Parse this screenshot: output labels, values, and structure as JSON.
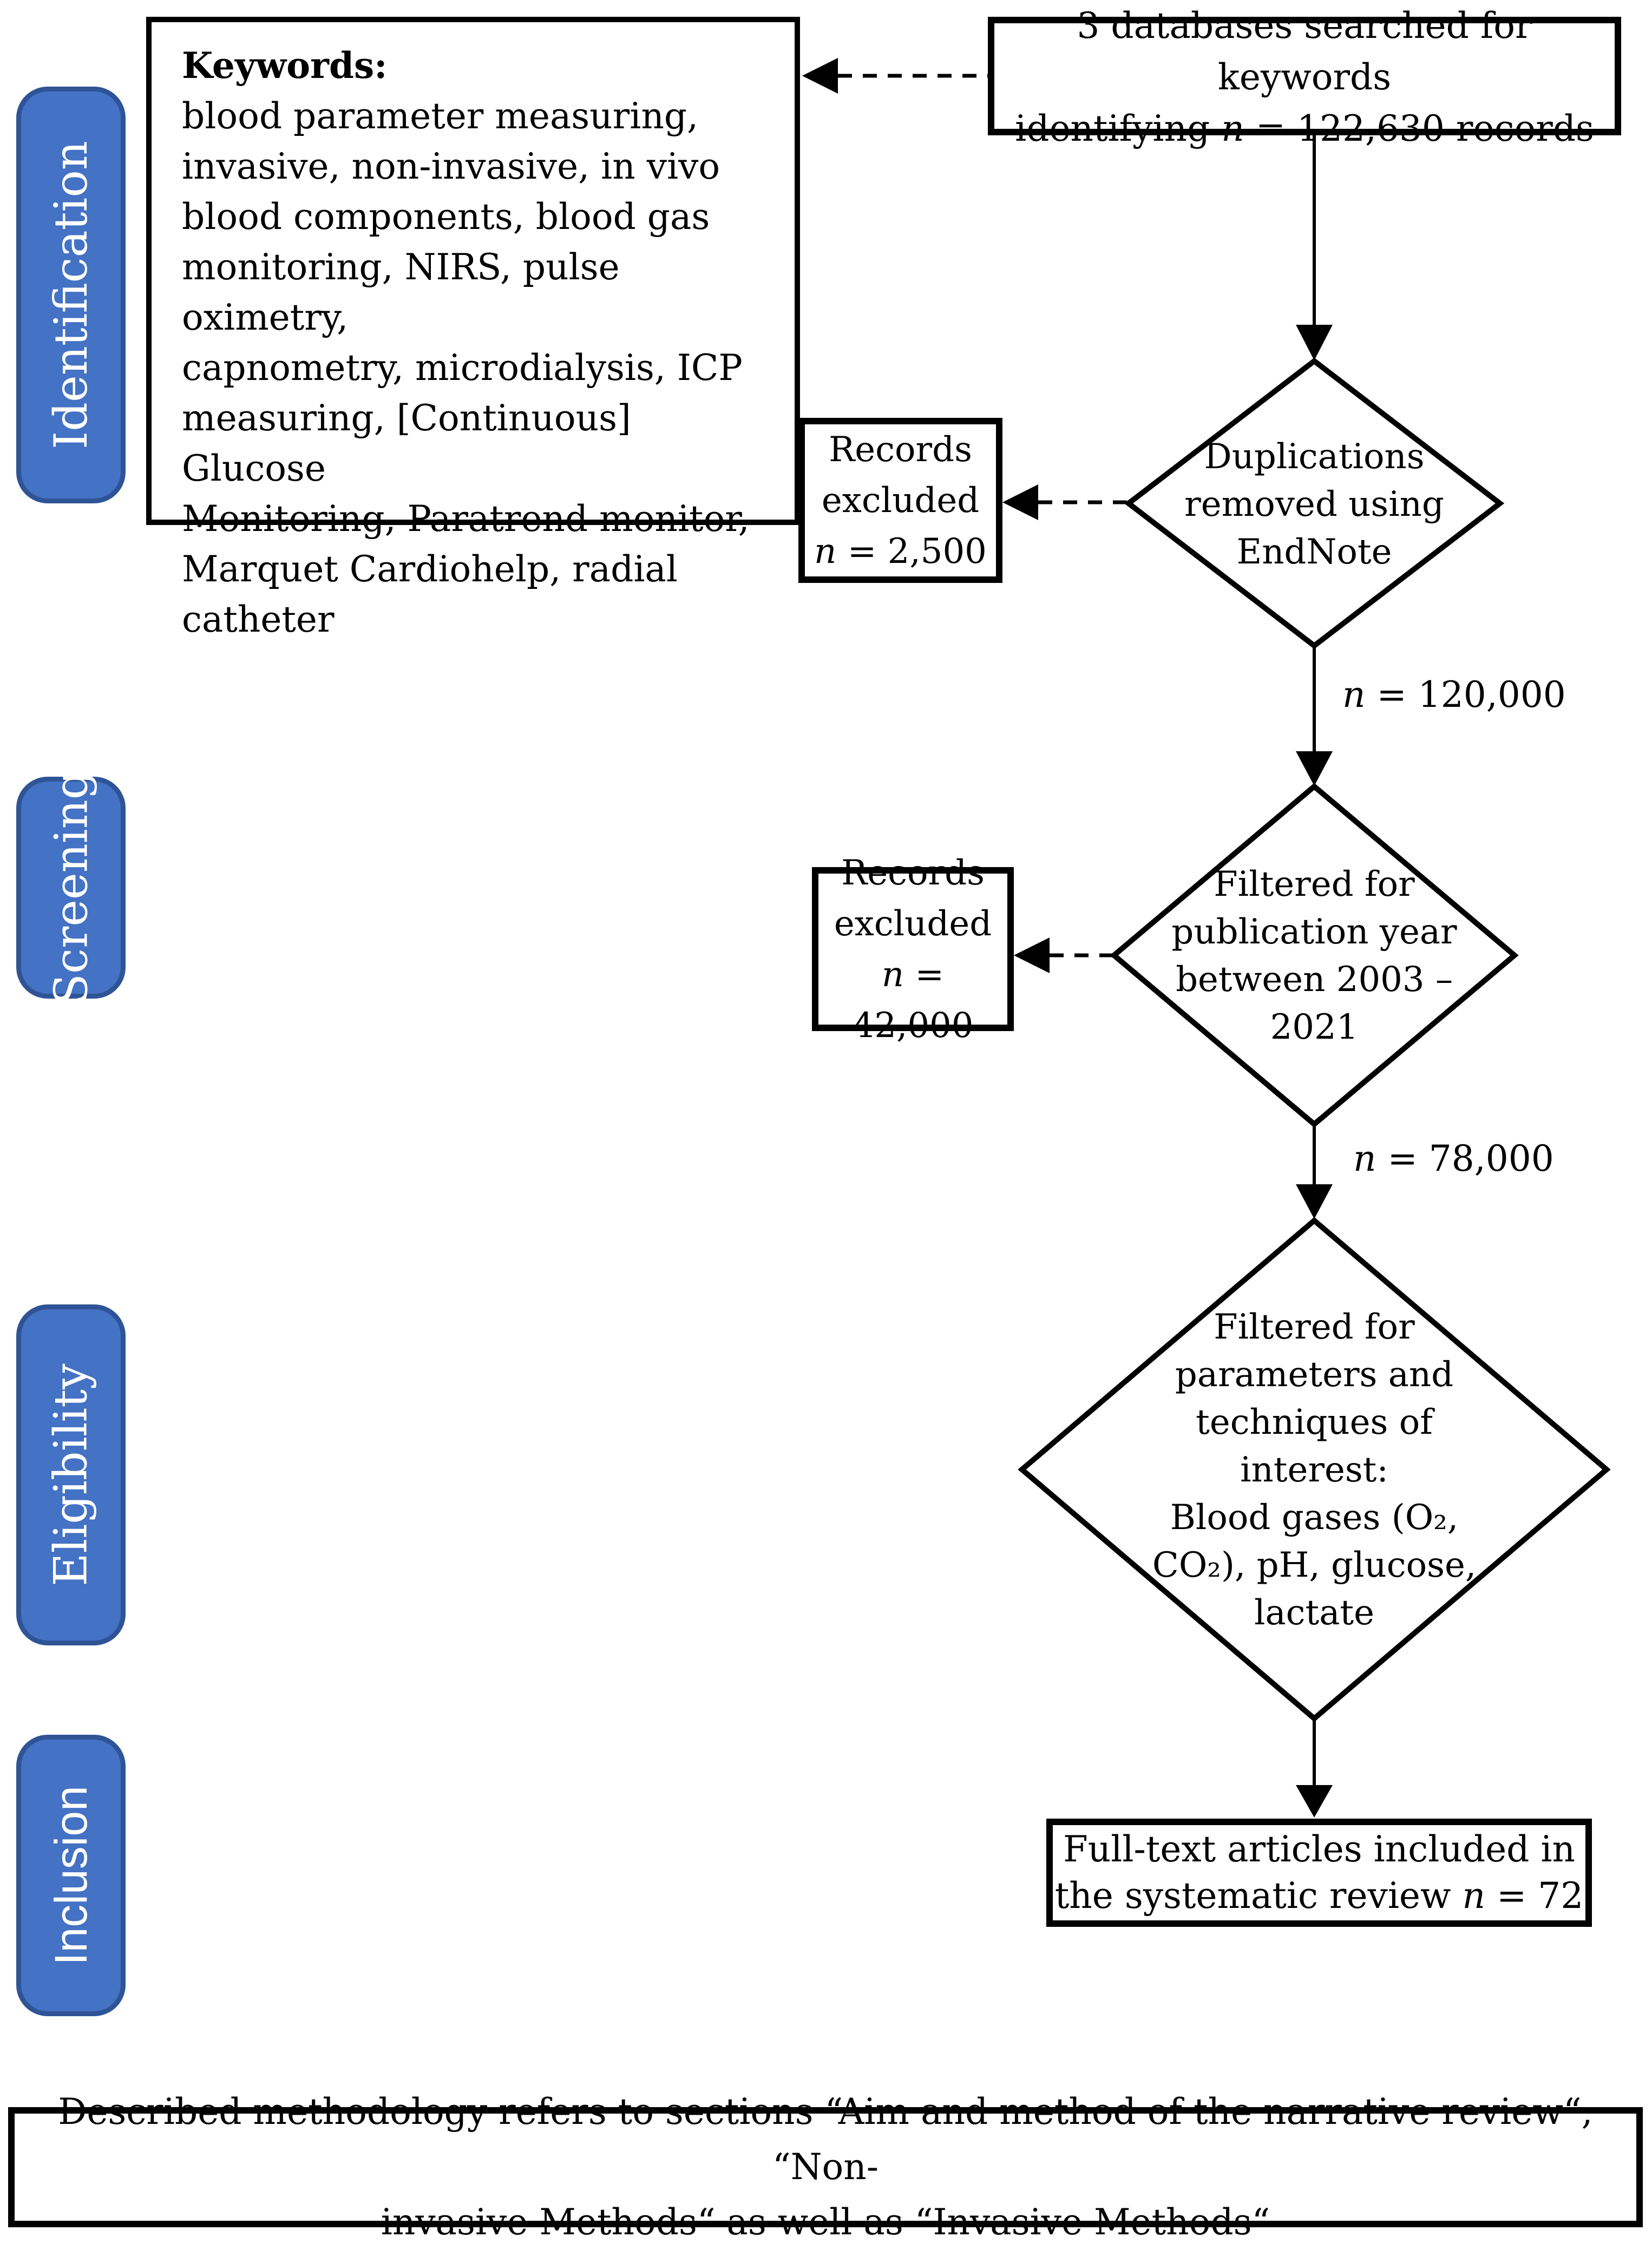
{
  "colors": {
    "pill_fill": "#4472C4",
    "pill_border": "#2F5496",
    "line": "#000000"
  },
  "stage_labels": {
    "identification": "Identification",
    "screening": "Screening",
    "eligibility": "Eligibility",
    "inclusion": "Inclusion"
  },
  "keywords_box": {
    "title": "Keywords:",
    "lines": [
      "blood parameter measuring,",
      "invasive, non-invasive, in vivo",
      "blood components, blood gas",
      "monitoring, NIRS, pulse oximetry,",
      "capnometry, microdialysis, ICP",
      "measuring, [Continuous] Glucose",
      "Monitoring, Paratrend monitor,",
      "Marquet Cardiohelp, radial",
      "catheter"
    ]
  },
  "search_box": {
    "line1": "3 databases searched for keywords",
    "line2_prefix": "identifying ",
    "n": "n",
    "line2_suffix": " = 122,630 records"
  },
  "diamond_duplications": {
    "lines": [
      "Duplications",
      "removed using",
      "EndNote"
    ]
  },
  "diamond_publication": {
    "lines": [
      "Filtered for",
      "publication year",
      "between 2003 –",
      "2021"
    ]
  },
  "diamond_parameters": {
    "lines": [
      "Filtered for",
      "parameters and",
      "techniques of",
      "interest:",
      "Blood gases (O₂,",
      "CO₂), pH, glucose,",
      "lactate"
    ]
  },
  "excluded_box_1": {
    "line1": "Records",
    "line2": "excluded",
    "n": "n",
    "value": " = 2,500"
  },
  "excluded_box_2": {
    "line1": "Records",
    "line2": "excluded",
    "n": "n",
    "value": " = 42,000"
  },
  "flow_label_1": {
    "n": "n",
    "value": " = 120,000"
  },
  "flow_label_2": {
    "n": "n",
    "value": " = 78,000"
  },
  "included_box": {
    "line1": "Full-text articles included in",
    "line2_prefix": "the systematic review ",
    "n": "n",
    "value": " = 72"
  },
  "footnote_box": {
    "line1": "Described methodology refers to sections “Aim and method of the narrative review“, “Non-",
    "line2": "invasive Methods“ as well as “Invasive Methods“"
  }
}
